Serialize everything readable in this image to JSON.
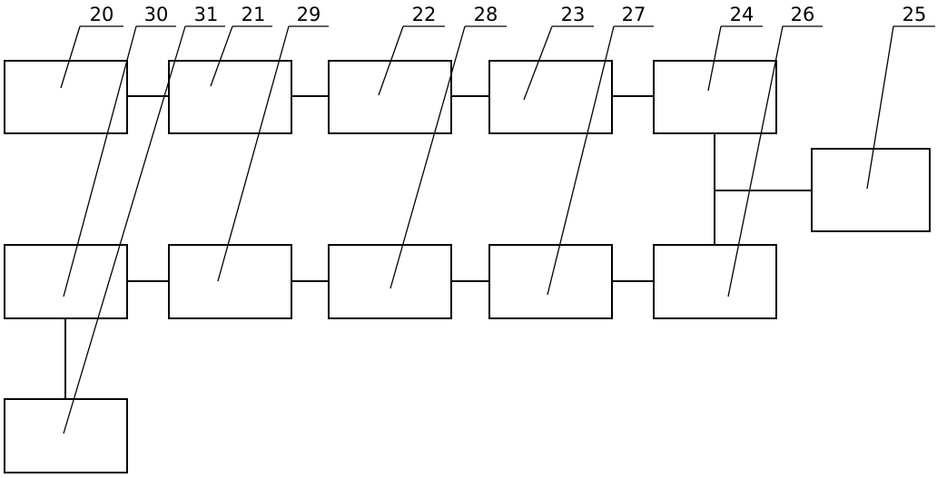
{
  "diagram": {
    "labels": [
      "20",
      "30",
      "31",
      "21",
      "29",
      "22",
      "28",
      "23",
      "27",
      "24",
      "26",
      "25"
    ],
    "line_color": "#000000",
    "background": "#ffffff"
  }
}
